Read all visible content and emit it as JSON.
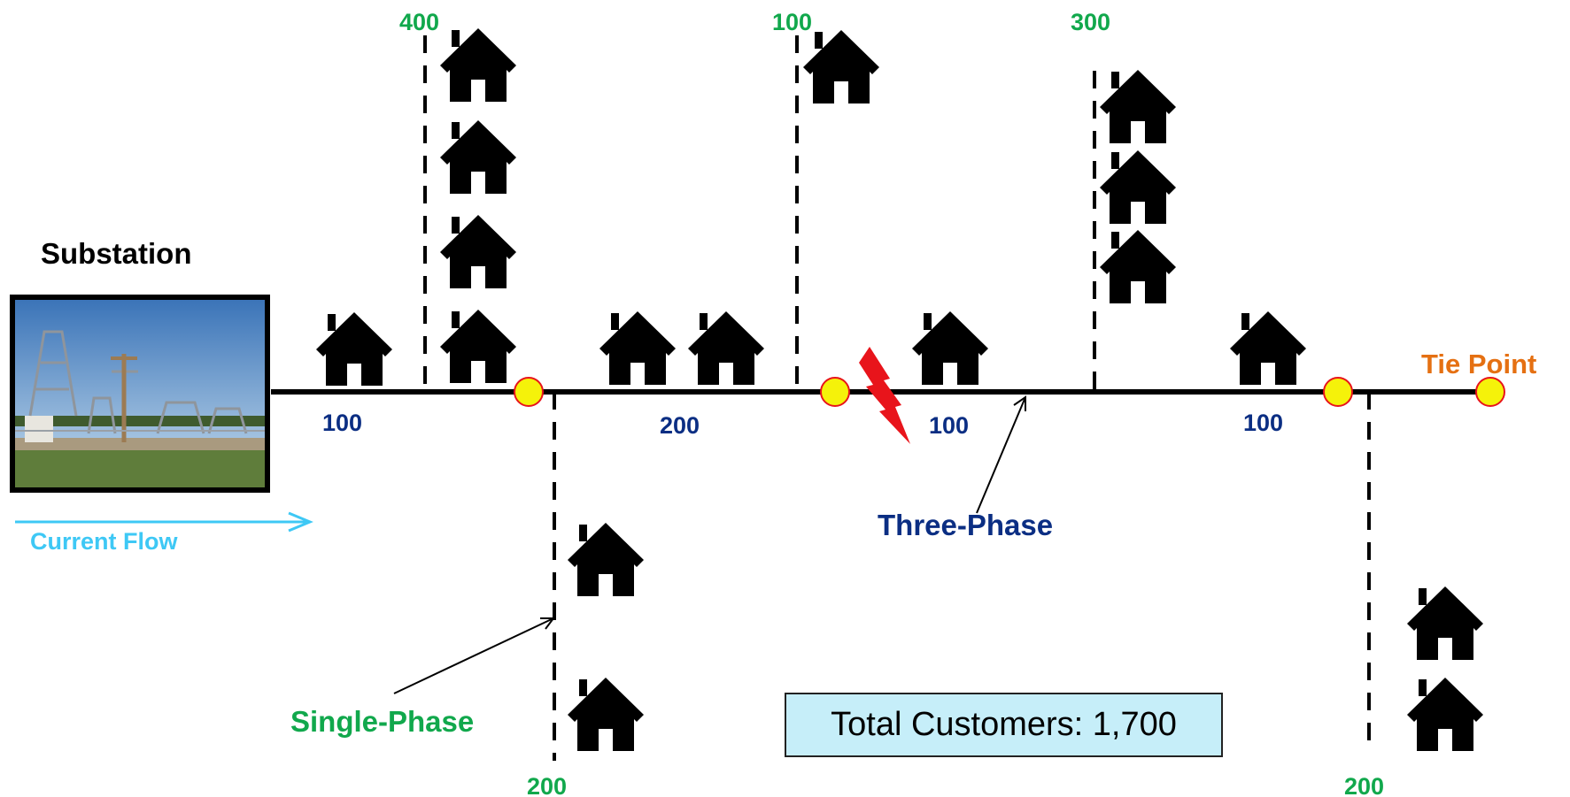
{
  "substation_label": "Substation",
  "current_flow_label": "Current Flow",
  "tie_point_label": "Tie Point",
  "three_phase_label": "Three-Phase",
  "single_phase_label": "Single-Phase",
  "total_customers": "Total Customers: 1,700",
  "segment_labels": [
    "100",
    "200",
    "100",
    "100"
  ],
  "branch_labels": [
    "400",
    "100",
    "300",
    "200",
    "200"
  ],
  "colors": {
    "main_line": "#000000",
    "recloser": "#f5f20a",
    "fault": "#e8141b",
    "segment_text": "#0b2e83",
    "branch_text": "#11a84c",
    "tie_text": "#e57012",
    "flow": "#3ec8f5",
    "total_box": "#c6eef9"
  },
  "icons": {
    "house": "house-icon",
    "fault": "lightning-bolt-icon",
    "recloser": "recloser-node-icon",
    "substation": "substation-photo"
  }
}
